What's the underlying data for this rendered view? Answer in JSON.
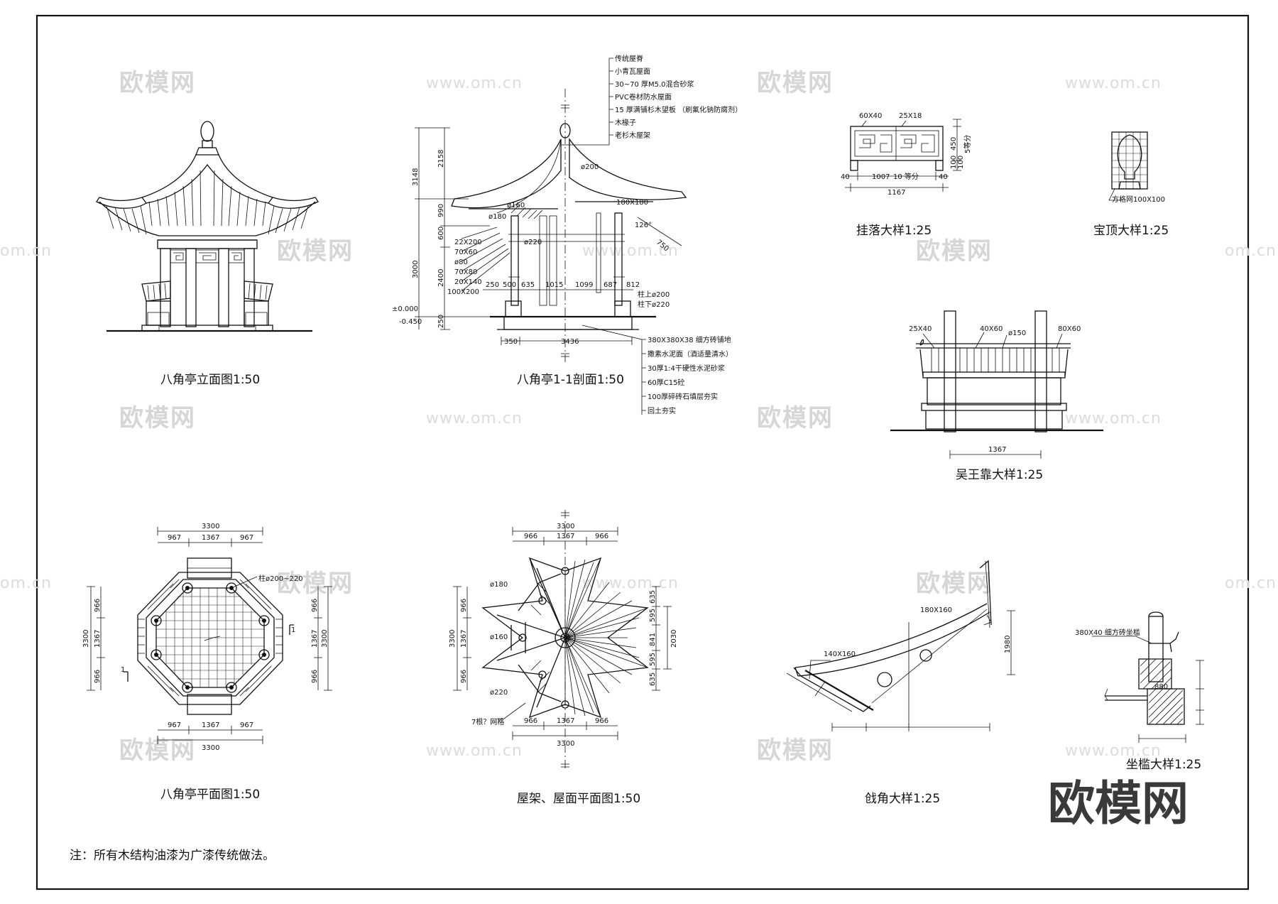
{
  "titles": {
    "elevation": "八角亭立面图1:50",
    "section": "八角亭1-1剖面1:50",
    "plan": "八角亭平面图1:50",
    "roof_plan": "屋架、屋面平面图1:50",
    "guaLuo": "挂落大样1:25",
    "baoDing": "宝顶大样1:25",
    "wuWangKao": "吴王靠大样1:25",
    "qiangJiao": "戗角大样1:25",
    "zuoKan": "坐槛大样1:25"
  },
  "note": "注：所有木结构油漆为广漆传统做法。",
  "watermark": {
    "brand": "欧模网",
    "url": "www.om.cn",
    "url_short": "om.cn"
  },
  "section_roof_layers": [
    "传统屋脊",
    "小青瓦屋面",
    "30~70 厚M5.0混合砂浆",
    "PVC卷材防水屋面",
    "15 厚满铺杉木望板 （刷氟化钠防腐剂）",
    "木椽子",
    "老杉木屋架"
  ],
  "section_floor_layers": [
    "380X380X38 细方砖铺地",
    "撒素水泥面（酒适量清水）",
    "30厚1:4干硬性水泥砂浆",
    "60厚C15砼",
    "100厚碎砖石填层夯实",
    "回土夯实"
  ],
  "section_dims": {
    "left_vertical": [
      "3148",
      "2158",
      "990",
      "600",
      "3000",
      "2400",
      "250"
    ],
    "levels": [
      "±0.000",
      "-0.450"
    ],
    "members": [
      "22X200",
      "70X60",
      "ø80",
      "70X80",
      "20X140",
      "100X200"
    ],
    "diameters": [
      "ø200",
      "ø160",
      "ø180",
      "ø220"
    ],
    "bottom": [
      "250",
      "500",
      "635",
      "1015",
      "1099",
      "687",
      "812"
    ],
    "base": [
      "350",
      "3436"
    ],
    "right": [
      "柱上ø200",
      "柱下ø220"
    ],
    "angle": "126°",
    "slope": "750",
    "rafter": "180X180"
  },
  "guaLuo_dims": [
    "60X40",
    "25X18",
    "40",
    "1007",
    "10 等分",
    "40",
    "1167",
    "450",
    "5等分",
    "100",
    "100"
  ],
  "baoDing_label": "方格网100X100",
  "wuWangKao_dims": [
    "25X40",
    "40X60",
    "ø150",
    "80X60",
    "1367"
  ],
  "plan_dims": {
    "top": [
      "3300",
      "967",
      "1367",
      "967"
    ],
    "bottom": [
      "967",
      "1367",
      "967",
      "3300"
    ],
    "left": [
      "3300",
      "966",
      "1367",
      "966"
    ],
    "right": [
      "966",
      "1367",
      "966",
      "3300"
    ],
    "column": "柱ø200~220",
    "section_mark": "1"
  },
  "roof_plan_dims": {
    "top": [
      "3300",
      "966",
      "1367",
      "966"
    ],
    "bottom": [
      "966",
      "1367",
      "966",
      "3300"
    ],
    "left": [
      "3300",
      "966",
      "1367",
      "966"
    ],
    "right": [
      "635",
      "595",
      "841",
      "595",
      "635",
      "2030"
    ],
    "labels": [
      "ø180",
      "ø160",
      "ø220",
      "7根？网格"
    ]
  },
  "qiangJiao_dims": [
    "140X160",
    "180X160",
    "1980"
  ],
  "zuoKan_dims": [
    "380X40 细方砖坐槛",
    "880"
  ]
}
